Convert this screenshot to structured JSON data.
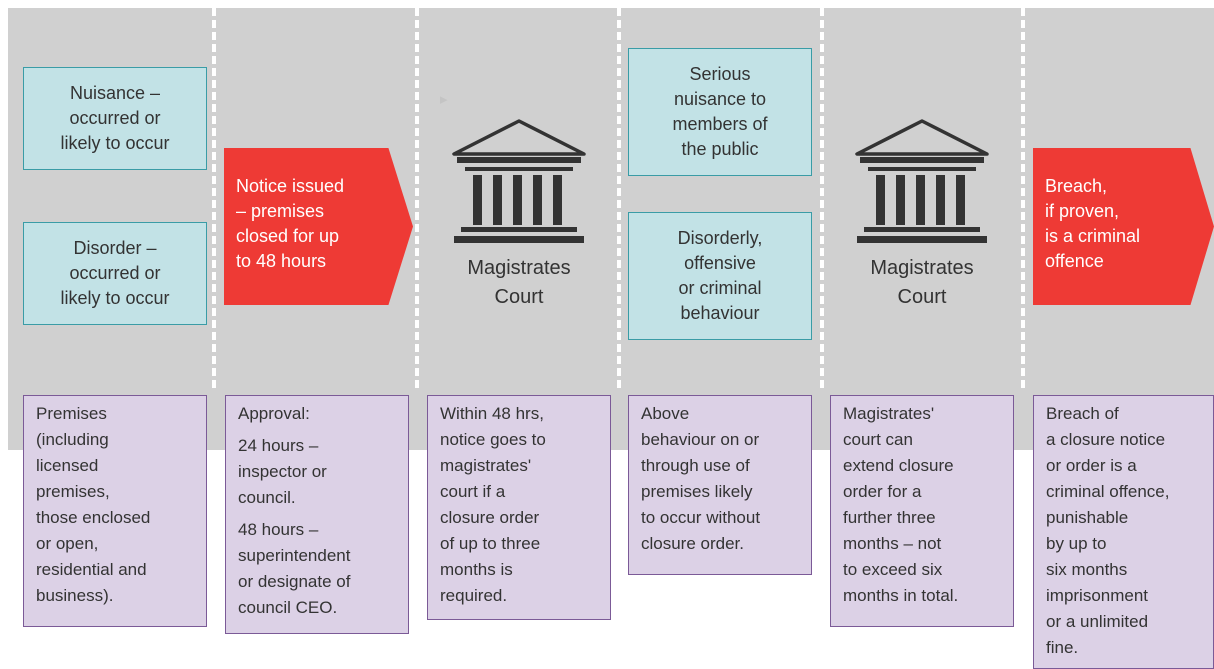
{
  "colors": {
    "band": "#d0d0d0",
    "teal_fill": "#c2e2e6",
    "teal_border": "#3a9ca6",
    "red_arrow": "#ee3a35",
    "purple_fill": "#dcd1e6",
    "purple_border": "#7b5a97"
  },
  "conditions_1": [
    "Nuisance –\noccurred or\nlikely to occur",
    "Disorder –\noccurred or\nlikely to occur"
  ],
  "notice_arrow": "Notice issued\n– premises\nclosed for up\nto 48 hours",
  "court_1": {
    "icon": "courthouse-icon",
    "label": "Magistrates\nCourt"
  },
  "conditions_2": [
    "Serious\nnuisance to\nmembers of\nthe public",
    "Disorderly,\noffensive\nor criminal\nbehaviour"
  ],
  "court_2": {
    "icon": "courthouse-icon",
    "label": "Magistrates\nCourt"
  },
  "breach_arrow": "Breach,\nif proven,\nis a criminal\noffence",
  "notes": {
    "premises": "Premises\n(including\nlicensed\npremises,\nthose enclosed\nor open,\nresidential and\nbusiness).",
    "approval_heading": "Approval:",
    "approval_24": "24 hours –\ninspector or\ncouncil.",
    "approval_48": "48 hours –\nsuperintendent\nor designate of\ncouncil CEO.",
    "within_48": "Within 48 hrs,\nnotice goes to\nmagistrates'\ncourt if a\nclosure order\nof up to three\nmonths is\nrequired.",
    "above_behaviour": "Above\nbehaviour on or\nthrough use of\npremises likely\nto occur without\nclosure order.",
    "extend": "Magistrates'\ncourt can\nextend closure\norder for a\nfurther three\nmonths – not\nto exceed six\nmonths in total.",
    "breach": "Breach of\na closure notice\nor order is a\ncriminal offence,\npunishable\nby up to\nsix months\nimprisonment\nor a unlimited\nfine."
  }
}
